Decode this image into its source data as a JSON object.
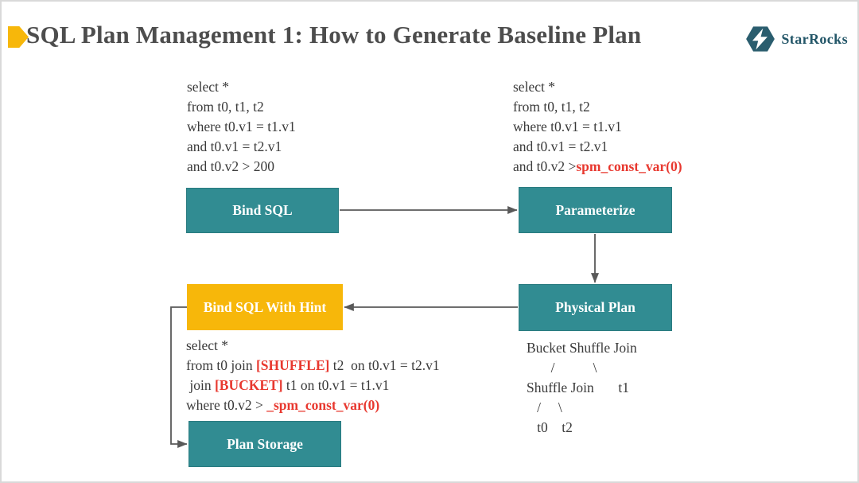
{
  "header": {
    "title": "SQL Plan Management 1: How to Generate Baseline Plan",
    "logo_text": "StarRocks"
  },
  "colors": {
    "teal": "#318c92",
    "yellow": "#f7b70a",
    "red": "#e8382f",
    "arrow": "#595959",
    "title": "#4d4d4d",
    "logo": "#235668",
    "code": "#3a3a3a"
  },
  "boxes": {
    "bind_sql": "Bind SQL",
    "parameterize": "Parameterize",
    "physical_plan": "Physical Plan",
    "bind_sql_with_hint": "Bind SQL With Hint",
    "plan_storage": "Plan Storage"
  },
  "sql_original": {
    "lines": [
      [
        {
          "t": "select *"
        }
      ],
      [
        {
          "t": "from t0, t1, t2"
        }
      ],
      [
        {
          "t": "where t0.v1 = t1.v1"
        }
      ],
      [
        {
          "t": "and t0.v1 = t2.v1"
        }
      ],
      [
        {
          "t": "and t0.v2 > 200"
        }
      ]
    ]
  },
  "sql_parameterized": {
    "lines": [
      [
        {
          "t": "select *"
        }
      ],
      [
        {
          "t": "from t0, t1, t2"
        }
      ],
      [
        {
          "t": "where t0.v1 = t1.v1"
        }
      ],
      [
        {
          "t": "and t0.v1 = t2.v1"
        }
      ],
      [
        {
          "t": "and t0.v2 >"
        },
        {
          "t": "spm_const_var(0)",
          "s": "red"
        }
      ]
    ]
  },
  "sql_hint": {
    "lines": [
      [
        {
          "t": "select *"
        }
      ],
      [
        {
          "t": "from t0 join "
        },
        {
          "t": "[SHUFFLE]",
          "s": "red"
        },
        {
          "t": " t2  on t0.v1 = t2.v1"
        }
      ],
      [
        {
          "t": " join "
        },
        {
          "t": "[BUCKET]",
          "s": "red"
        },
        {
          "t": " t1 on t0.v1 = t1.v1"
        }
      ],
      [
        {
          "t": "where t0.v2 > "
        },
        {
          "t": "_spm_const_var(0)",
          "s": "red"
        }
      ]
    ]
  },
  "plan_tree": {
    "lines": [
      [
        {
          "t": "Bucket Shuffle Join"
        }
      ],
      [
        {
          "t": "       /           \\"
        }
      ],
      [
        {
          "t": "Shuffle Join       t1"
        }
      ],
      [
        {
          "t": "   /     \\"
        }
      ],
      [
        {
          "t": "   t0    t2"
        }
      ]
    ]
  }
}
